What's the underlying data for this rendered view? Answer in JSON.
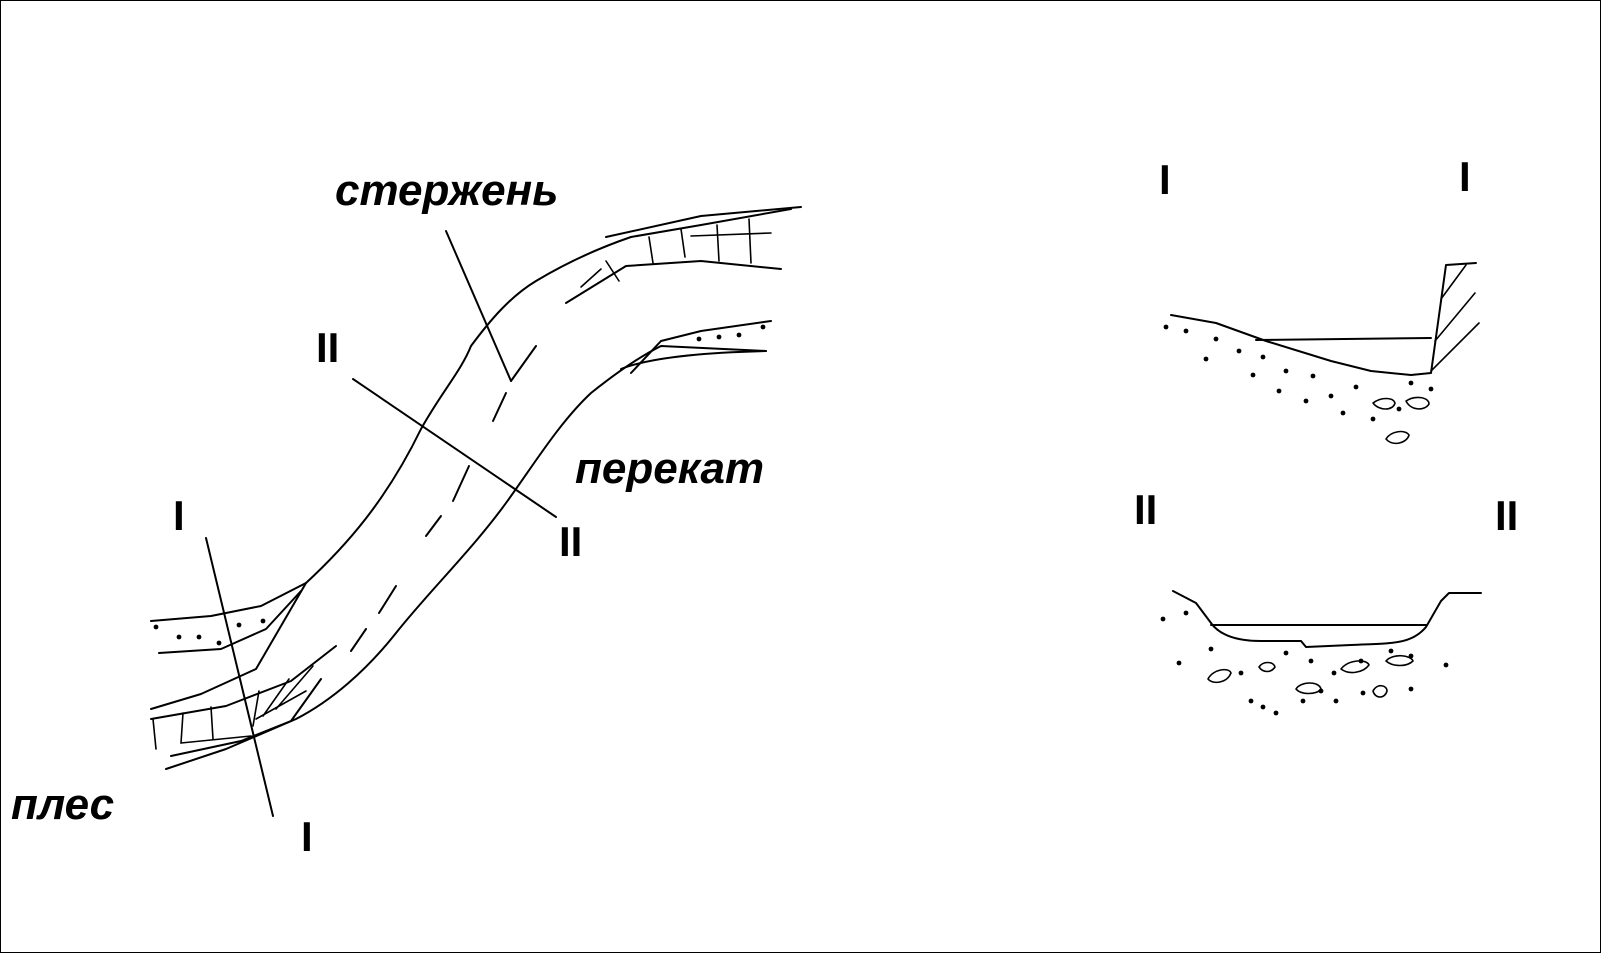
{
  "terms": {
    "rod": "стержень",
    "riffle": "перекат",
    "pool": "плес"
  },
  "sections": {
    "one": "I",
    "two": "II"
  },
  "colors": {
    "ink": "#000000",
    "paper": "#ffffff"
  }
}
